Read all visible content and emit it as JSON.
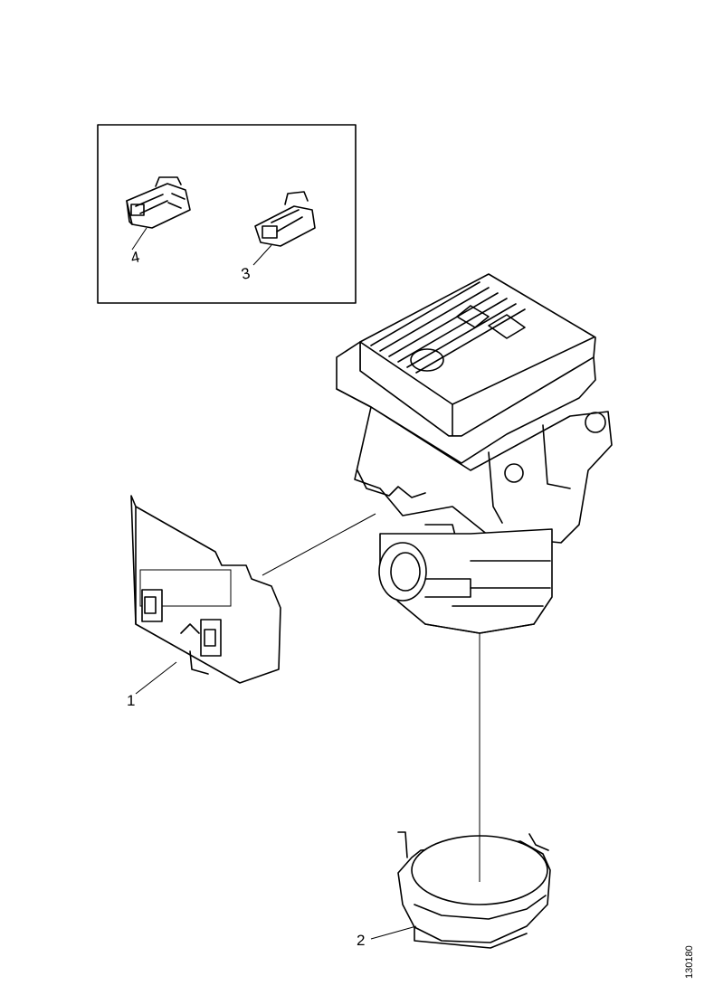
{
  "figure": {
    "callouts": {
      "c1": "1",
      "c2": "2",
      "c3": "3",
      "c4": "4"
    },
    "reference_number": "130180"
  }
}
